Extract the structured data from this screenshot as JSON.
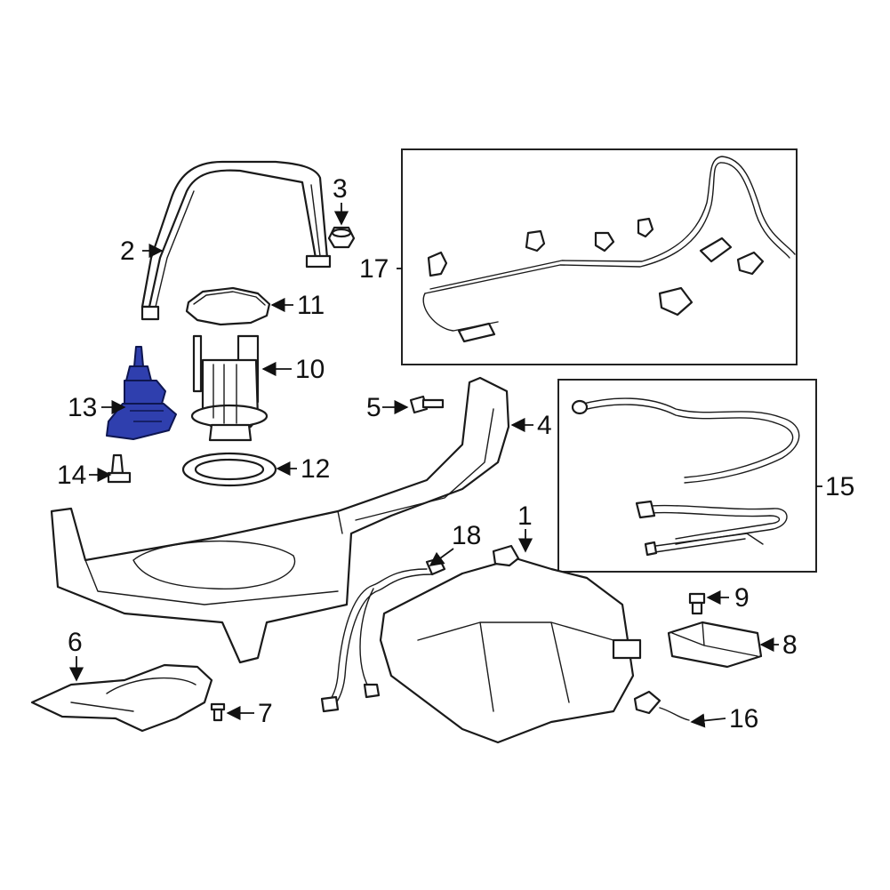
{
  "diagram": {
    "highlight_color": "#2f3fae",
    "labels": {
      "l1": "1",
      "l2": "2",
      "l3": "3",
      "l4": "4",
      "l5": "5",
      "l6": "6",
      "l7": "7",
      "l8": "8",
      "l9": "9",
      "l10": "10",
      "l11": "11",
      "l12": "12",
      "l13": "13",
      "l14": "14",
      "l15": "15",
      "l16": "16",
      "l17": "17",
      "l18": "18"
    }
  }
}
